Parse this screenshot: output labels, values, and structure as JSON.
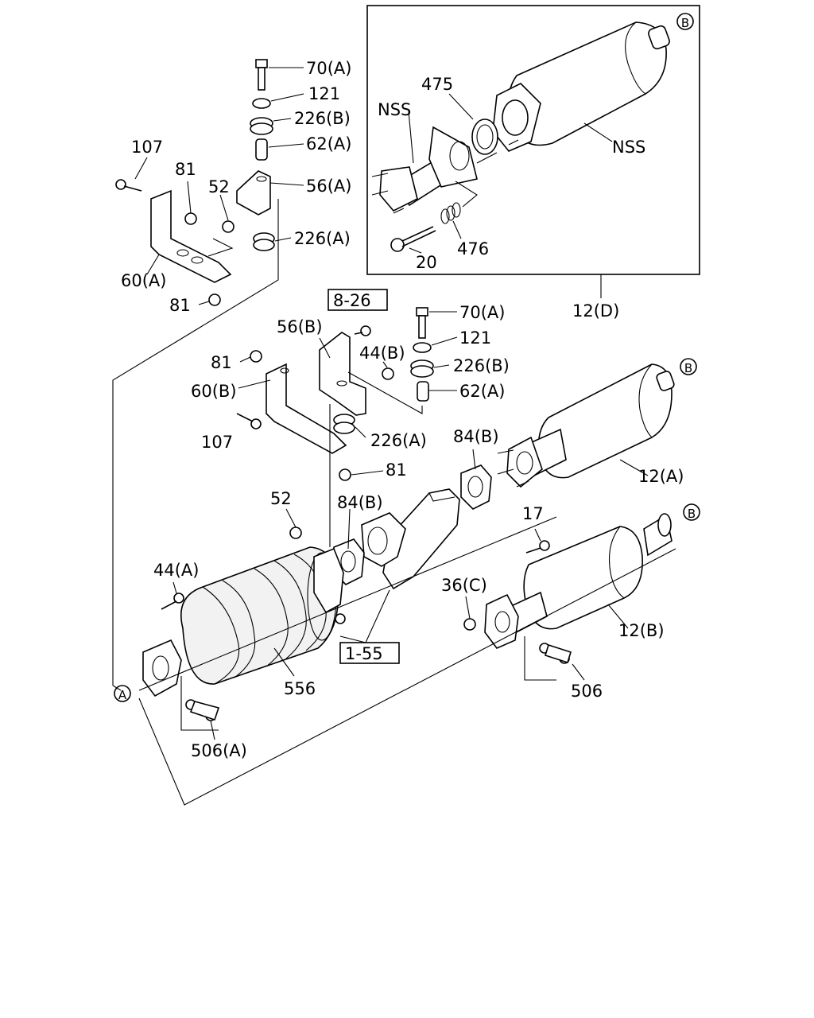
{
  "labels": {
    "p70a_top": "70(A)",
    "p121_top": "121",
    "p226b_top": "226(B)",
    "p62a_top": "62(A)",
    "p56a": "56(A)",
    "p226a_top": "226(A)",
    "p107_top": "107",
    "p81_top": "81",
    "p52_top": "52",
    "p60a": "60(A)",
    "p81_lower": "81",
    "nss_left": "NSS",
    "p475": "475",
    "nss_right": "NSS",
    "p20": "20",
    "p476": "476",
    "p12d": "12(D)",
    "ref_8_26": "8-26",
    "p56b": "56(B)",
    "p70a_mid": "70(A)",
    "p121_mid": "121",
    "p44b": "44(B)",
    "p226b_mid": "226(B)",
    "p62a_mid": "62(A)",
    "p81_mid": "81",
    "p60b": "60(B)",
    "p107_mid": "107",
    "p226a_mid": "226(A)",
    "p81_mid2": "81",
    "p84b_right": "84(B)",
    "p12a": "12(A)",
    "p52_mid": "52",
    "p84b_left": "84(B)",
    "p17": "17",
    "p44a": "44(A)",
    "p36c": "36(C)",
    "p12b": "12(B)",
    "ref_1_55": "1-55",
    "p556": "556",
    "p506": "506",
    "p506a": "506(A)",
    "circle_a": "A",
    "circle_b1": "B",
    "circle_b2": "B",
    "circle_b3": "B"
  }
}
